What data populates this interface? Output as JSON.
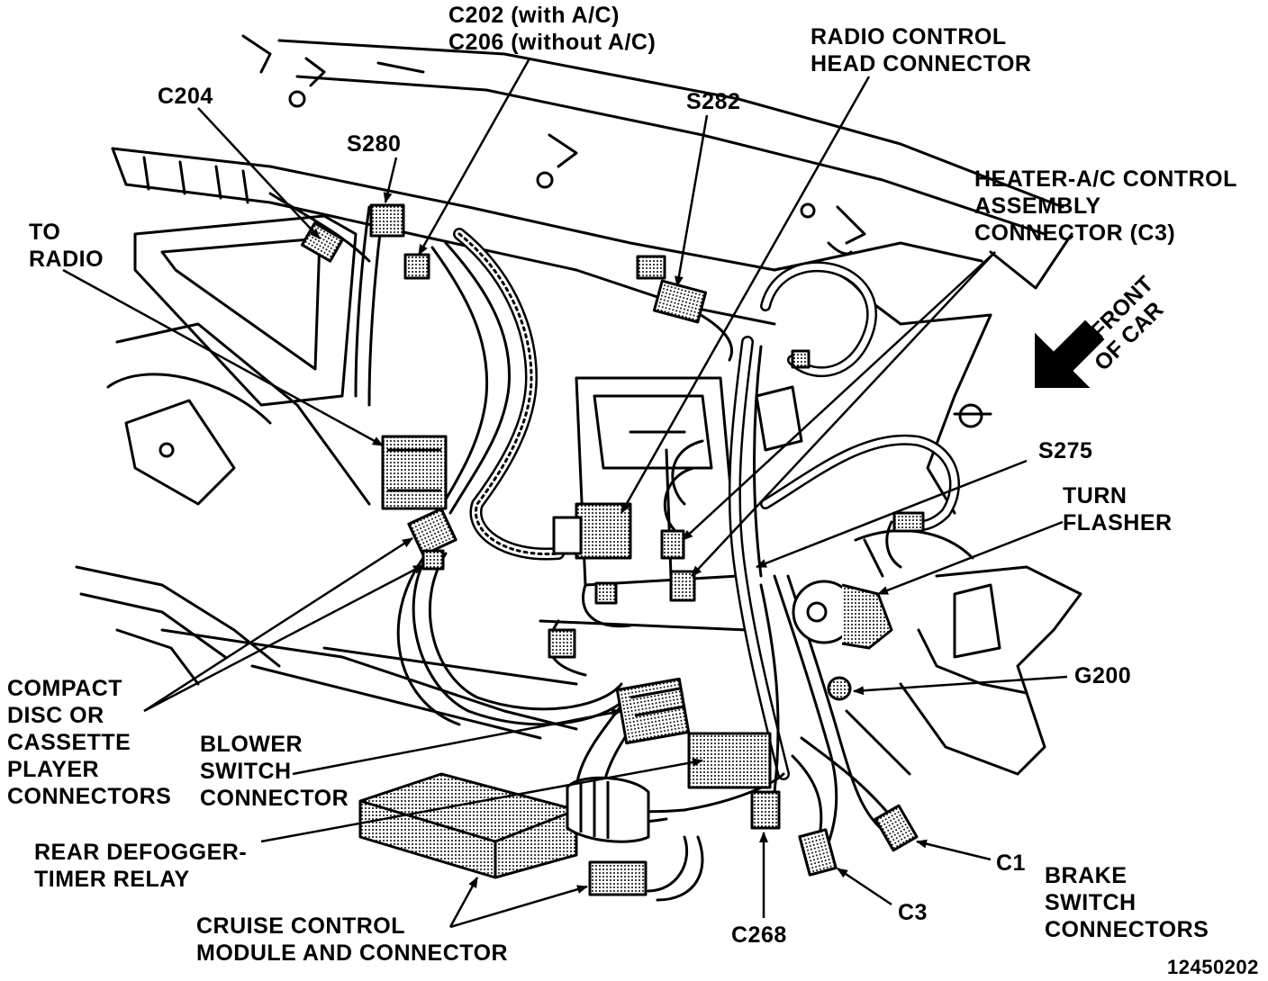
{
  "labels": {
    "c202_line1": "C202 (with A/C)",
    "c202_line2": "C206 (without A/C)",
    "radio_control_line1": "RADIO CONTROL",
    "radio_control_line2": "HEAD CONNECTOR",
    "c204": "C204",
    "s282": "S282",
    "s280": "S280",
    "heater_line1": "HEATER-A/C CONTROL",
    "heater_line2": "ASSEMBLY",
    "heater_line3": "CONNECTOR (C3)",
    "to_radio_line1": "TO",
    "to_radio_line2": "RADIO",
    "front_line1": "FRONT",
    "front_line2": "OF CAR",
    "s275": "S275",
    "turn_line1": "TURN",
    "turn_line2": "FLASHER",
    "g200": "G200",
    "compact_line1": "COMPACT",
    "compact_line2": "DISC OR",
    "compact_line3": "CASSETTE",
    "compact_line4": "PLAYER",
    "compact_line5": "CONNECTORS",
    "blower_line1": "BLOWER",
    "blower_line2": "SWITCH",
    "blower_line3": "CONNECTOR",
    "defogger_line1": "REAR DEFOGGER-",
    "defogger_line2": "TIMER RELAY",
    "c1": "C1",
    "brake_line1": "BRAKE",
    "brake_line2": "SWITCH",
    "brake_line3": "CONNECTORS",
    "c3": "C3",
    "cruise_line1": "CRUISE CONTROL",
    "cruise_line2": "MODULE AND CONNECTOR",
    "c268": "C268",
    "figure_number": "12450202"
  },
  "colors": {
    "ink": "#000000",
    "paper": "#ffffff",
    "shade": "#b8b8b8"
  }
}
